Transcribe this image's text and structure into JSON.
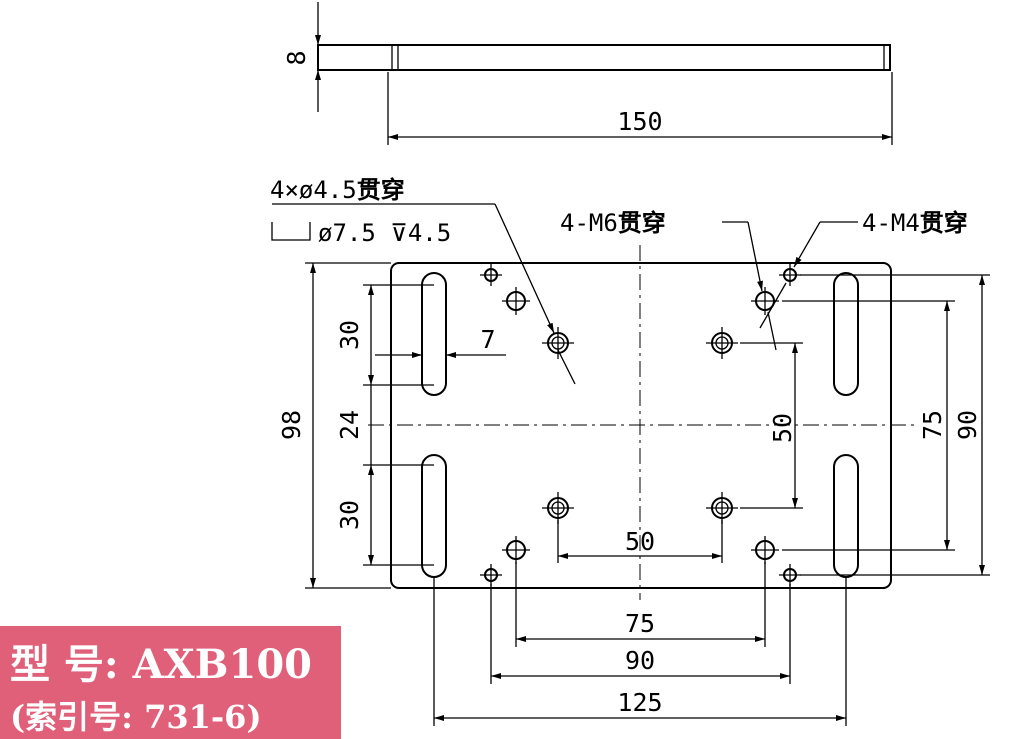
{
  "drawing": {
    "dimensions": {
      "thickness": "8",
      "side_length": "150",
      "plate_height": "98",
      "slot_length_top": "30",
      "slot_gap": "24",
      "slot_length_bottom": "30",
      "slot_offset": "7",
      "m6_vertical_spacing": "50",
      "m4_vertical_spacing": "75",
      "slot_vertical_spacing": "90",
      "m6_horizontal_spacing": "50",
      "m4_inner_spacing": "75",
      "m4_outer_spacing": "90",
      "slot_horizontal_spacing": "125"
    },
    "annotations": {
      "counterbore_holes_prefix": "4×ø4.5",
      "counterbore_holes_suffix": "贯穿",
      "counterbore_spec": "ø7.5 ⊽4.5",
      "m6_prefix": "4-M6",
      "m6_suffix": "贯穿",
      "m4_prefix": "4-M4",
      "m4_suffix": "贯穿"
    }
  },
  "model": {
    "line1": "型 号: AXB100",
    "line2": "(索引号: 731-6)",
    "background_color": "#e0607a"
  }
}
